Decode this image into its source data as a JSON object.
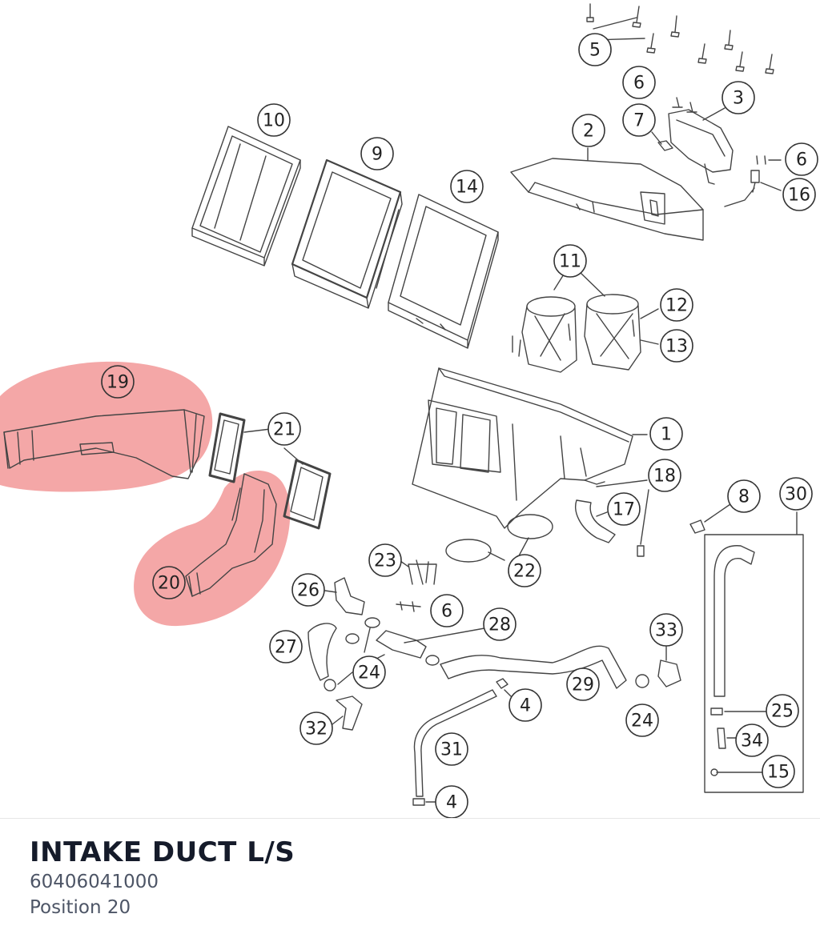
{
  "diagram": {
    "callouts": [
      "1",
      "2",
      "3",
      "4",
      "5",
      "6",
      "7",
      "8",
      "9",
      "10",
      "11",
      "12",
      "13",
      "14",
      "15",
      "16",
      "17",
      "18",
      "19",
      "20",
      "21",
      "22",
      "23",
      "24",
      "25",
      "26",
      "27",
      "28",
      "29",
      "30",
      "31",
      "32",
      "33",
      "34"
    ],
    "highlighted_callouts": [
      "19",
      "20"
    ],
    "highlight_color": "#f08a8a"
  },
  "part": {
    "name": "INTAKE DUCT L/S",
    "number": "60406041000",
    "position_label": "Position",
    "position_value": "20"
  }
}
